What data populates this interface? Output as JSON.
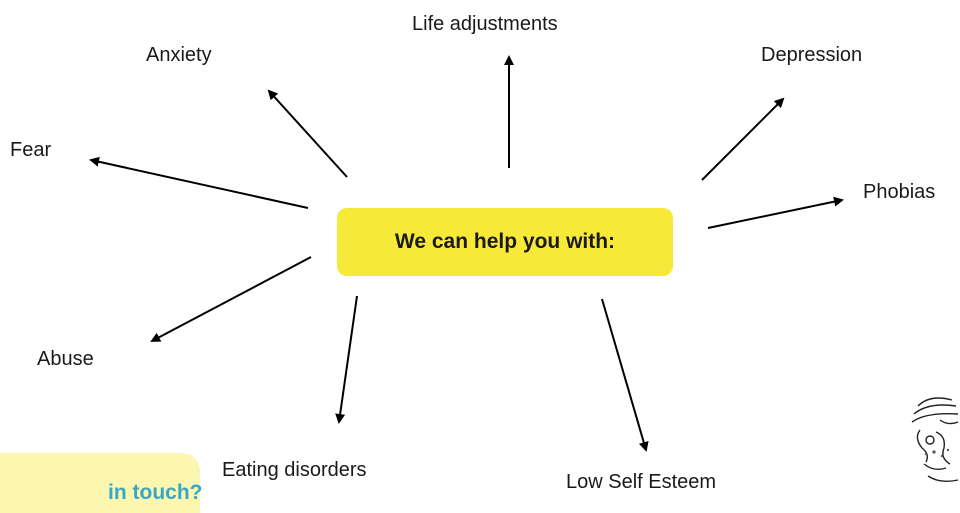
{
  "center": {
    "label": "We can help you with:"
  },
  "topics": {
    "life_adjustments": "Life adjustments",
    "anxiety": "Anxiety",
    "depression": "Depression",
    "fear": "Fear",
    "phobias": "Phobias",
    "abuse": "Abuse",
    "eating_disorders": "Eating disorders",
    "low_self_esteem": "Low Self Esteem"
  },
  "contact": {
    "label": "in touch?"
  },
  "colors": {
    "center_fill": "#f7e93a",
    "contact_fill": "#fbf6b0",
    "contact_text": "#3aa6c6",
    "arrow": "#000000"
  },
  "icons": {
    "cartoon": "cartoon-character-illustration"
  }
}
